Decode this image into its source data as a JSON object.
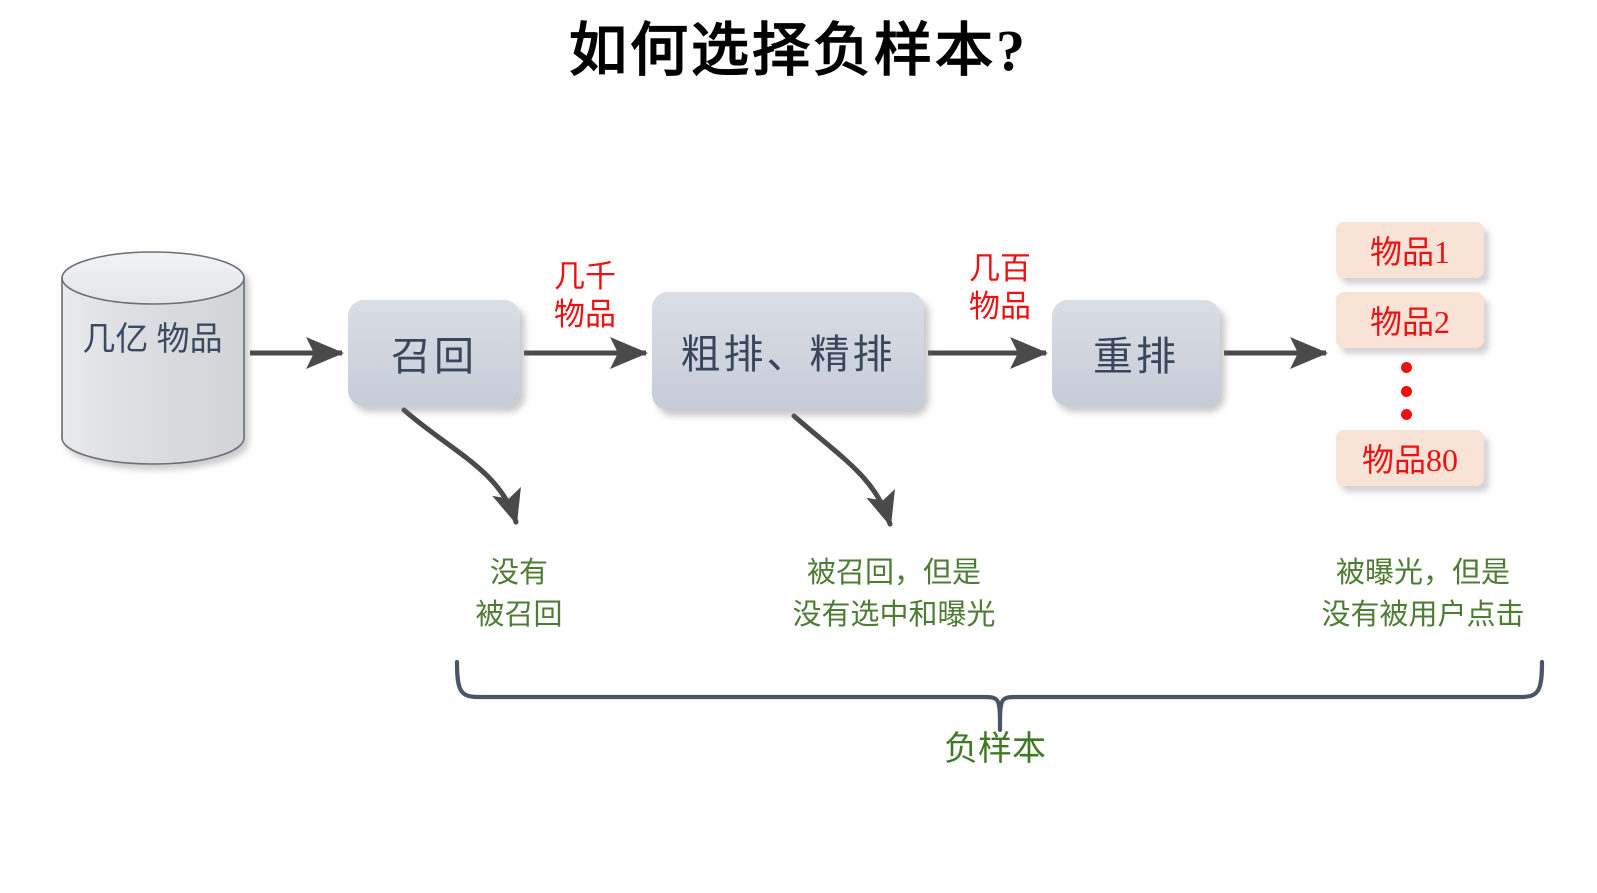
{
  "title": "如何选择负样本?",
  "source": {
    "shape": "cylinder-database",
    "label": "几亿\n物品"
  },
  "stages": [
    {
      "id": "recall",
      "label": "召回"
    },
    {
      "id": "rank",
      "label": "粗排、精排"
    },
    {
      "id": "rerank",
      "label": "重排"
    }
  ],
  "flow_counts": [
    {
      "id": "count-1",
      "label": "几千\n物品"
    },
    {
      "id": "count-2",
      "label": "几百\n物品"
    }
  ],
  "results": {
    "items": [
      {
        "label": "物品1"
      },
      {
        "label": "物品2"
      },
      {
        "label": "物品80"
      }
    ],
    "ellipsis": "vertical-dots"
  },
  "notes": [
    {
      "id": "note-1",
      "label": "没有\n被召回"
    },
    {
      "id": "note-2",
      "label": "被召回，但是\n没有选中和曝光"
    },
    {
      "id": "note-3",
      "label": "被曝光，但是\n没有被用户点击"
    }
  ],
  "brace": {
    "label": "负样本"
  },
  "colors": {
    "title": "#000000",
    "box_fill": "#ccd2dc",
    "box_text": "#39465c",
    "count_red": "#ee1111",
    "item_fill": "#f9e3d7",
    "item_text": "#ee1111",
    "note_green": "#4e7c35",
    "brace_stroke": "#4a5568",
    "arrow_stroke": "#4a4a4a"
  }
}
